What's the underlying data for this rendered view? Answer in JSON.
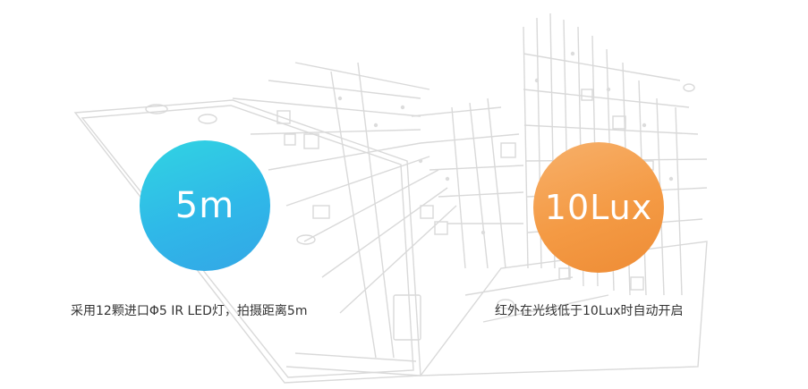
{
  "features": [
    {
      "value": "5m",
      "caption": "采用12颗进口Φ5 IR LED灯，拍摄距离5m",
      "color": "#2fb8e8"
    },
    {
      "value": "10Lux",
      "caption": "红外在光线低于10Lux时自动开启",
      "color": "#f49a44"
    }
  ],
  "background": {
    "illustration": "circuit-board-perspective-lines",
    "line_color": "#dcdcdc"
  }
}
